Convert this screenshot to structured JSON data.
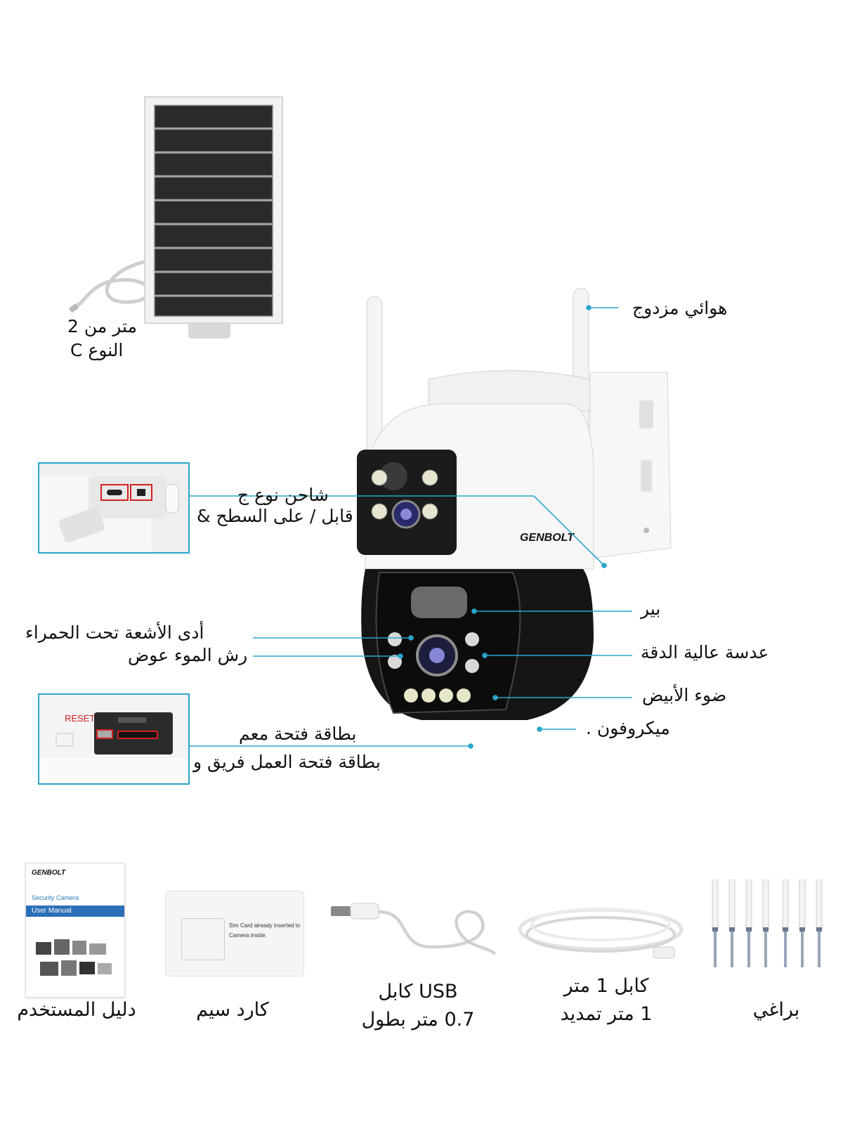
{
  "brand": "GENBOLT",
  "colors": {
    "callout_line": "#2aa6c9",
    "inset_border": "#2aa6c9",
    "marker": "#d42020"
  },
  "solar_panel": {
    "cable_label_line1": "2 متر من",
    "cable_label_line2": "C النوع"
  },
  "callouts": {
    "antenna": "هوائي مزدوج",
    "charging_port_line1": "شاحن نوع ج",
    "charging_port_line2": "قابل / على السطح &",
    "pir": "بير",
    "hd_lens": "عدسة عالية الدقة",
    "infrared": "أدى الأشعة تحت الحمراء",
    "noise_light": "رش الموء عوض",
    "white_light": "ضوء الأبيض",
    "microphone": "ميكروفون .",
    "card_slot_line1": "بطاقة فتحة معم",
    "card_slot_line2": "بطاقة فتحة العمل فريق و"
  },
  "reset_label": "RESET",
  "accessories": [
    {
      "name": "user-manual",
      "line1": "دليل المستخدم",
      "line2": ""
    },
    {
      "name": "sim-card",
      "line1": "كارد سيم",
      "line2": ""
    },
    {
      "name": "usb-cable",
      "line1": "USB كابل",
      "line2": "0.7 متر بطول"
    },
    {
      "name": "extension-cable",
      "line1": "كابل 1 متر",
      "line2": "1 متر تمديد"
    },
    {
      "name": "screws",
      "line1": "براغي",
      "line2": ""
    }
  ],
  "manual": {
    "brand": "GENBOLT",
    "title": "Security Camera",
    "subtitle": "User Manual"
  },
  "sim_card_text_line1": "Sim Card already inserted to",
  "sim_card_text_line2": "Camera inside."
}
